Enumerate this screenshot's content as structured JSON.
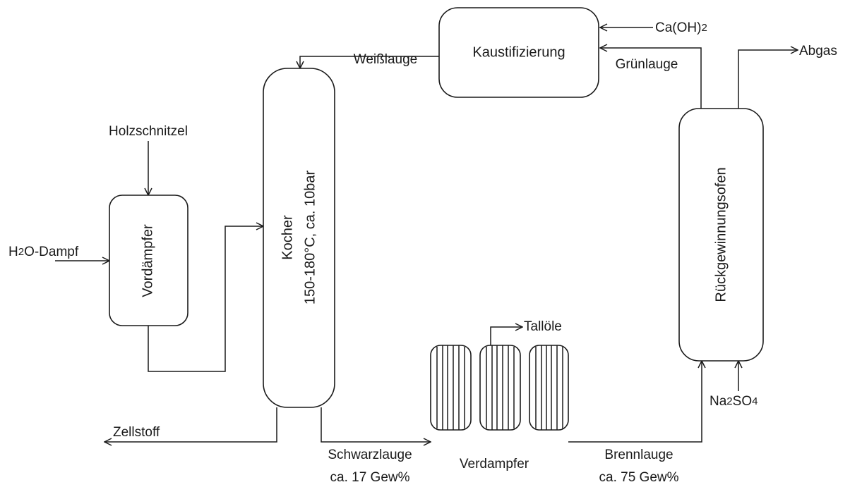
{
  "units": {
    "vordaempfer": "Vordämpfer",
    "kocher_line1": "Kocher",
    "kocher_line2": "150-180°C, ca. 10bar",
    "kaustifizierung": "Kaustifizierung",
    "rueckgewinnungsofen": "Rückgewinnungsofen",
    "verdampfer": "Verdampfer"
  },
  "streams": {
    "holzschnitzel": "Holzschnitzel",
    "dampf_main": "H",
    "dampf_sub": "2",
    "dampf_rest": "O-Dampf",
    "weisslauge": "Weißlauge",
    "caoh2_main": "Ca(OH)",
    "caoh2_sub": "2",
    "gruenlauge": "Grünlauge",
    "abgas": "Abgas",
    "tallole": "Tallöle",
    "zellstoff": "Zellstoff",
    "schwarzlauge_line1": "Schwarzlauge",
    "schwarzlauge_line2": "ca. 17 Gew%",
    "brennlauge_line1": "Brennlauge",
    "brennlauge_line2": "ca. 75 Gew%",
    "na2so4_a": "Na",
    "na2so4_b": "2",
    "na2so4_c": "SO",
    "na2so4_d": "4"
  }
}
